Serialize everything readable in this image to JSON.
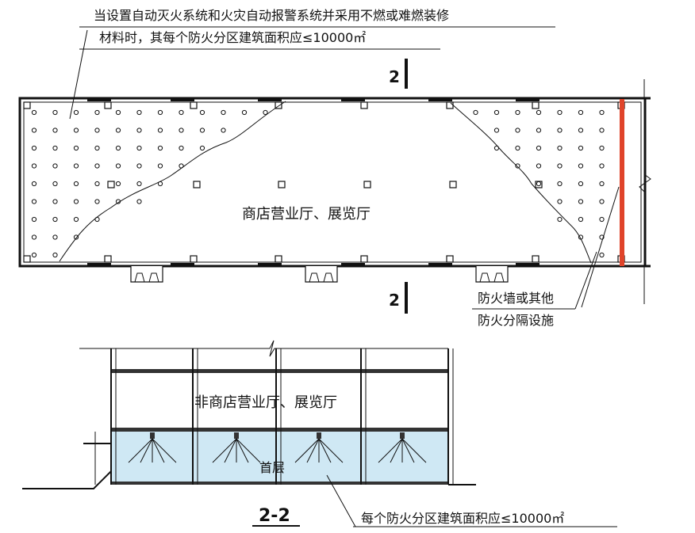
{
  "annotations": {
    "top_note_line1": "当设置自动灭火系统和火灾自动报警系统并采用不燃或难燃装修",
    "top_note_line2": "材料时，其每个防火分区建筑面积应≤10000㎡",
    "wall_label_line1": "防火墙或其他",
    "wall_label_line2": "防火分隔设施",
    "bottom_note": "每个防火分区建筑面积应≤10000㎡"
  },
  "plan": {
    "hall_label": "商店营业厅、展览厅",
    "section_mark_top": "2",
    "section_mark_bottom": "2"
  },
  "section": {
    "upper_label": "非商店营业厅、展览厅",
    "ground_label": "首层",
    "title": "2-2"
  },
  "colors": {
    "firewall": "#e0442a",
    "ground_floor_fill": "#cfe8f4",
    "line": "#111111"
  }
}
